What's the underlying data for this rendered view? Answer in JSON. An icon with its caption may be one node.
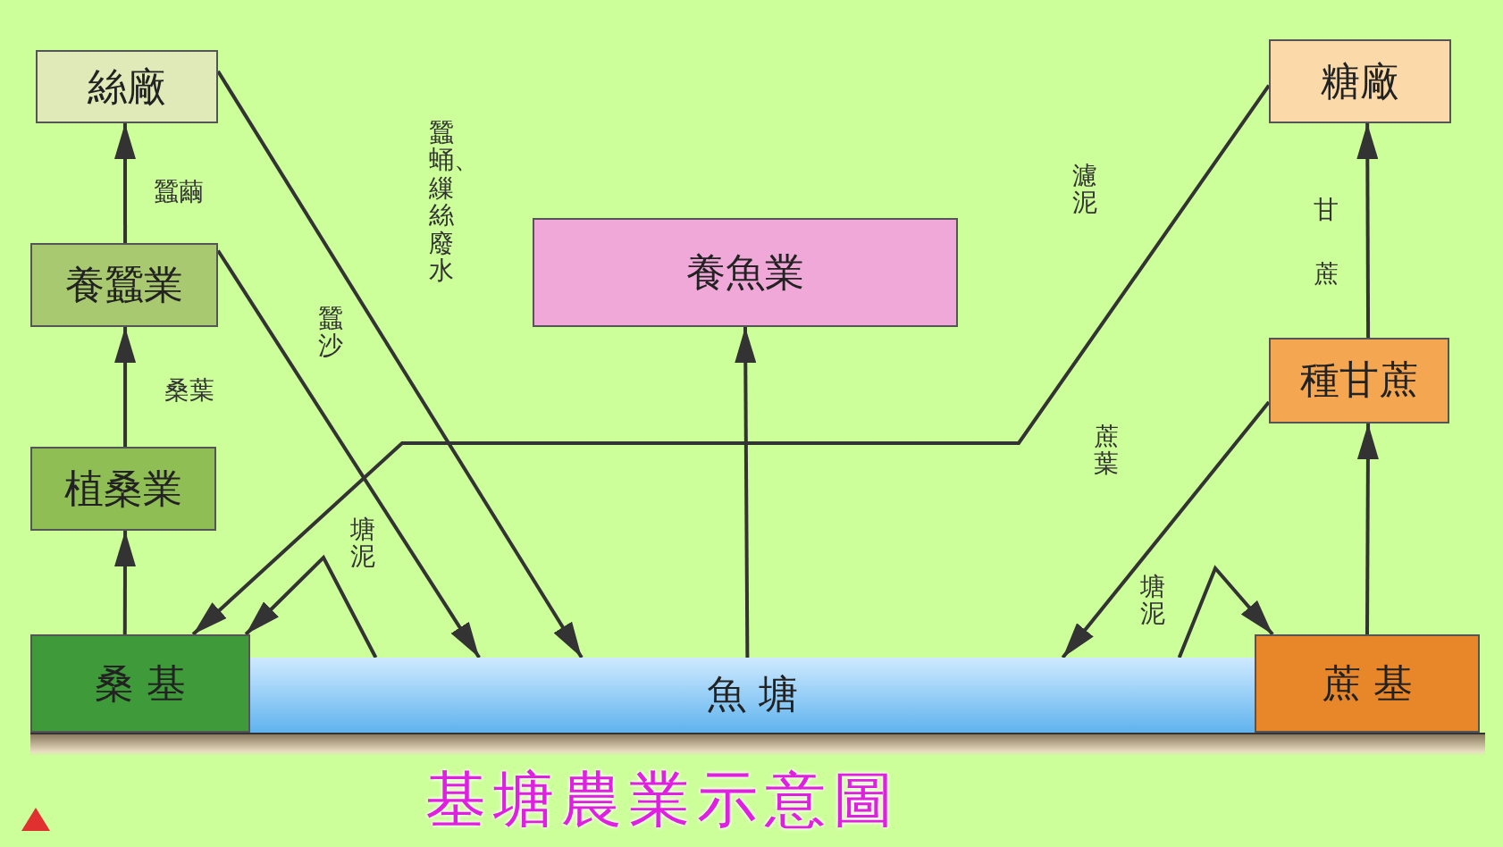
{
  "diagram": {
    "title": "基塘農業示意圖",
    "nodes": [
      {
        "text": [
          "絲廠"
        ]
      },
      {
        "text": [
          "養蠶業"
        ]
      },
      {
        "text": [
          "植桑業"
        ]
      },
      {
        "text": [
          "桑 基"
        ]
      },
      {
        "text": [
          "養魚業"
        ]
      },
      {
        "text": [
          "魚 塘"
        ]
      },
      {
        "text": [
          "糖廠"
        ]
      },
      {
        "text": [
          "種甘蔗"
        ]
      },
      {
        "text": [
          "蔗 基"
        ]
      }
    ],
    "edges": [
      {
        "from": 1,
        "to": 0,
        "arrow": "to",
        "label": "蠶繭"
      },
      {
        "from": 2,
        "to": 1,
        "arrow": "to",
        "label": "桑葉"
      },
      {
        "from": 3,
        "to": 2,
        "arrow": "to"
      },
      {
        "from": 0,
        "to": 5,
        "arrow": "to",
        "label": "蠶蛹、繅絲廢水"
      },
      {
        "from": 1,
        "to": 5,
        "arrow": "to",
        "label": "蠶沙"
      },
      {
        "from": 5,
        "to": 3,
        "arrow": "to",
        "label": "塘泥"
      },
      {
        "from": 6,
        "to": 3,
        "arrow": "to",
        "label": "濾泥"
      },
      {
        "from": 5,
        "to": 4,
        "arrow": "to"
      },
      {
        "from": 7,
        "to": 5,
        "arrow": "to",
        "label": "蔗葉"
      },
      {
        "from": 5,
        "to": 8,
        "arrow": "to",
        "label": "塘泥"
      },
      {
        "from": 8,
        "to": 7,
        "arrow": "to"
      },
      {
        "from": 7,
        "to": 6,
        "arrow": "to",
        "label": "甘蔗"
      }
    ]
  }
}
